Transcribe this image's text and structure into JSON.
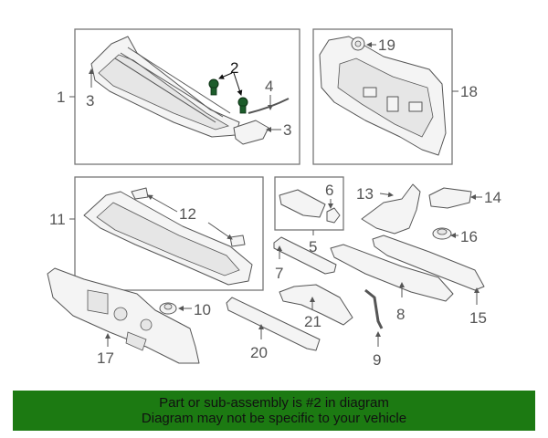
{
  "diagram": {
    "callouts": {
      "c1": "1",
      "c2": "2",
      "c3a": "3",
      "c3b": "3",
      "c4": "4",
      "c5": "5",
      "c6": "6",
      "c7": "7",
      "c8": "8",
      "c9": "9",
      "c10": "10",
      "c11": "11",
      "c12": "12",
      "c13": "13",
      "c14": "14",
      "c15": "15",
      "c16": "16",
      "c17": "17",
      "c18": "18",
      "c19": "19",
      "c20": "20",
      "c21": "21"
    },
    "highlight_color": "#1c5c2a"
  },
  "banner": {
    "line1": "Part or sub-assembly is #2 in diagram",
    "line2": "Diagram may not be specific to your vehicle",
    "background": "#1c7a12"
  }
}
